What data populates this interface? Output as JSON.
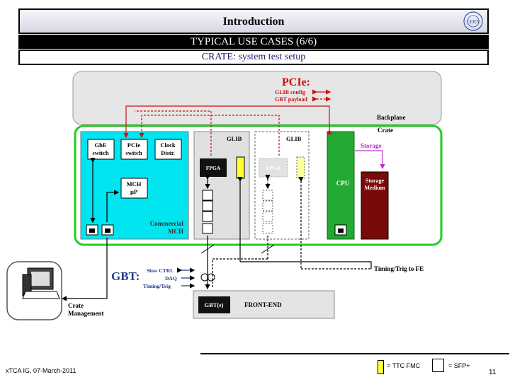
{
  "header": {
    "title": "Introduction",
    "subtitle": "TYPICAL USE CASES (6/6)",
    "crate_title": "CRATE: system test setup",
    "logo_text": "CERN"
  },
  "diagram": {
    "backplane": {
      "label": "Backplane",
      "pcie_title": "PCIe:",
      "pcie_items": [
        "GLIB config",
        "GBT payload"
      ]
    },
    "crate": {
      "label": "Crate",
      "mch": {
        "gbe_switch": [
          "GbE",
          "switch"
        ],
        "pcie_switch": [
          "PCIe",
          "switch"
        ],
        "clock": [
          "Clock",
          "Distr."
        ],
        "mch_up": [
          "MCH",
          "µP"
        ],
        "commercial": [
          "Commercial",
          "MCH"
        ]
      },
      "glib1": {
        "label": "GLIB",
        "fpga": "FPGA"
      },
      "glib2": {
        "label": "GLIB",
        "fpga": "FPGA"
      },
      "cpu": "CPU",
      "storage_label": "Storage",
      "storage_medium": [
        "Storage",
        "Medium"
      ]
    },
    "gbt": {
      "title": "GBT:",
      "items": [
        "Slow CTRL",
        "DAQ",
        "Timing/Trig"
      ]
    },
    "timing_label": "Timing/Trig to FE",
    "frontend": {
      "gbt": "GBT(s)",
      "label": "FRONT-END"
    },
    "crate_management": [
      "Crate",
      "Management"
    ]
  },
  "footer": {
    "left": "xTCA IG, 07-March-2011",
    "legend_fmc": "= TTC FMC",
    "legend_sfp": "= SFP+",
    "page": "11"
  },
  "colors": {
    "backplane_bg": "#e6e6e6",
    "crate_border": "#22cc22",
    "mch_bg": "#00e5f0",
    "cpu_green": "#22aa33",
    "storage_red": "#7a0a0a",
    "pcie_red": "#cc1111",
    "storage_purple": "#bb33cc",
    "fmc_yellow": "#ffff33"
  }
}
